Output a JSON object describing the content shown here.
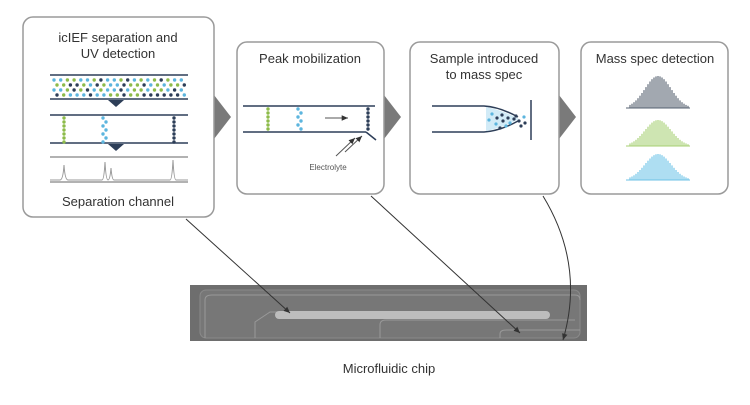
{
  "steps": [
    {
      "title_line1": "icIEF separation and",
      "title_line2": "UV detection",
      "footer": "Separation channel"
    },
    {
      "title": "Peak mobilization",
      "sub_label": "Electrolyte"
    },
    {
      "title_line1": "Sample introduced",
      "title_line2": "to mass spec"
    },
    {
      "title": "Mass spec detection"
    }
  ],
  "chip_caption": "Microfluidic chip",
  "colors": {
    "box_border": "#9a9a9a",
    "arrow": "#7a7a7a",
    "green": "#8dbb4a",
    "blue": "#5cb5de",
    "navy": "#2d3e58",
    "chip_dark": "#6a6a6a",
    "chip_channel": "#bdbdbd",
    "text": "#333333"
  }
}
